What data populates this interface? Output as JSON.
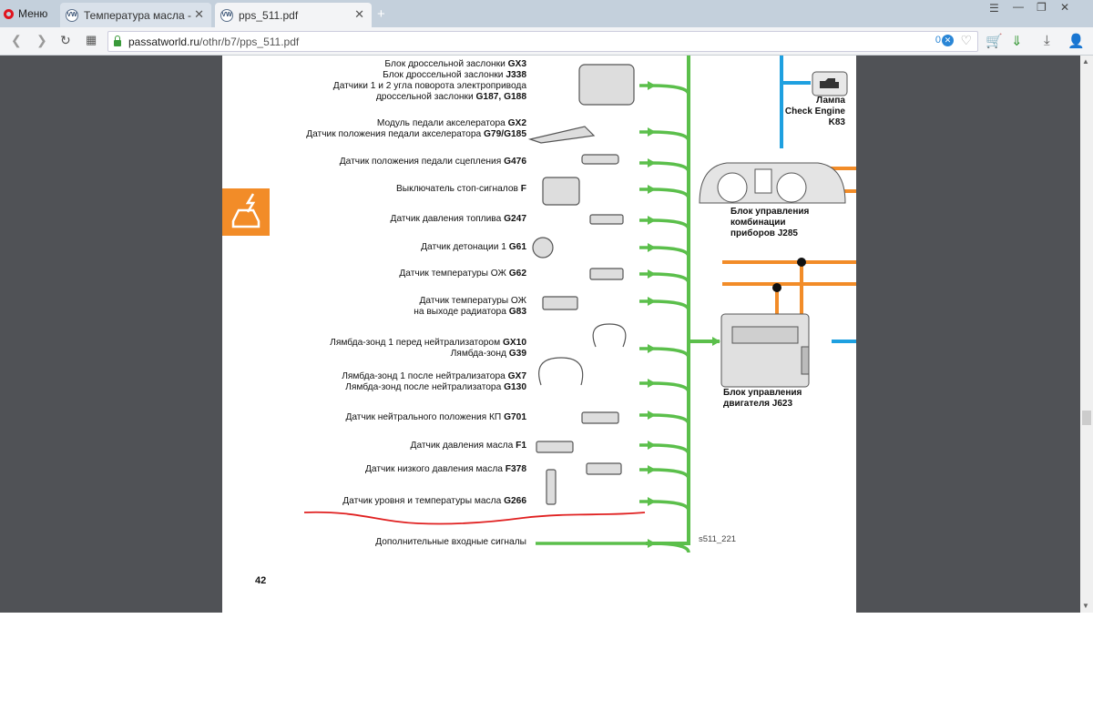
{
  "browser": {
    "menu_label": "Меню",
    "tabs": [
      {
        "title": "Температура масла - Стр",
        "active": false
      },
      {
        "title": "pps_511.pdf",
        "active": true
      }
    ],
    "address": {
      "domain": "passatworld.ru",
      "path": "/othr/b7/pps_511.pdf"
    },
    "adblock_count": "0"
  },
  "diagram": {
    "sensors": [
      {
        "lines": [
          "Блок дроссельной заслонки GX3",
          "Блок дроссельной заслонки J338",
          "Датчики 1 и 2 угла поворота электропривода",
          "дроссельной заслонки G187, G188"
        ]
      },
      {
        "lines": [
          "Модуль педали акселератора GX2",
          "Датчик положения педали акселератора G79/G185"
        ]
      },
      {
        "lines": [
          "Датчик положения педали сцепления G476"
        ]
      },
      {
        "lines": [
          "Выключатель стоп-сигналов F"
        ]
      },
      {
        "lines": [
          "Датчик давления топлива G247"
        ]
      },
      {
        "lines": [
          "Датчик детонации 1 G61"
        ]
      },
      {
        "lines": [
          "Датчик температуры ОЖ G62"
        ]
      },
      {
        "lines": [
          "Датчик температуры ОЖ",
          "на выходе радиатора G83"
        ]
      },
      {
        "lines": [
          "Лямбда-зонд 1 перед нейтрализатором GX10",
          "Лямбда-зонд G39"
        ]
      },
      {
        "lines": [
          "Лямбда-зонд 1 после нейтрализатора GX7",
          "Лямбда-зонд после нейтрализатора G130"
        ]
      },
      {
        "lines": [
          "Датчик нейтрального положения КП G701"
        ]
      },
      {
        "lines": [
          "Датчик давления масла F1"
        ]
      },
      {
        "lines": [
          "Датчик низкого давления масла F378"
        ]
      },
      {
        "lines": [
          "Датчик уровня и температуры масла G266"
        ]
      },
      {
        "lines": [
          "Дополнительные входные сигналы"
        ]
      }
    ],
    "lamp": {
      "lines": [
        "Лампа",
        "Check Engine",
        "K83"
      ]
    },
    "cluster": {
      "lines": [
        "Блок управления",
        "комбинации",
        "приборов J285"
      ]
    },
    "ecu": {
      "lines": [
        "Блок управления",
        "двигателя J623"
      ]
    },
    "figure_code": "s511_221",
    "page_number": "42",
    "colors": {
      "signal_green": "#5bbf4b",
      "can_orange": "#f28c28",
      "output_blue": "#1ea0e0",
      "annotation_red": "#e02020"
    }
  }
}
